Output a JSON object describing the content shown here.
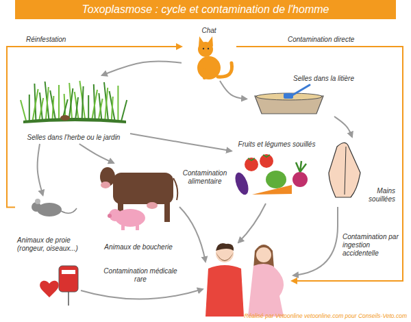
{
  "diagram": {
    "title": "Toxoplasmose : cycle et contamination de l'homme",
    "nodes": [
      {
        "text": [
          "Chat"
        ]
      },
      {
        "text": [
          "Selles dans l'herbe ou le jardin"
        ]
      },
      {
        "text": [
          "Selles dans la litière"
        ]
      },
      {
        "text": [
          "Fruits et légumes souillés"
        ]
      },
      {
        "text": [
          "Mains souillées"
        ]
      },
      {
        "text": [
          "Animaux de proie (rongeur, oiseaux...)"
        ]
      },
      {
        "text": [
          "Animaux de boucherie"
        ]
      }
    ],
    "edges": [
      {
        "from": 0,
        "to": 1,
        "arrow": "to"
      },
      {
        "from": 0,
        "to": 2,
        "arrow": "to"
      },
      {
        "from": 2,
        "to": 4,
        "arrow": "to"
      },
      {
        "from": 1,
        "to": 3,
        "arrow": "to"
      },
      {
        "from": 1,
        "to": 5,
        "arrow": "to"
      },
      {
        "from": 1,
        "to": 6,
        "arrow": "to"
      },
      {
        "from": 5,
        "to": 0,
        "label": "Réinfestation",
        "arrow": "to"
      }
    ],
    "labels": [
      "Contamination directe",
      "Contamination alimentaire",
      "Contamination par ingestion accidentelle",
      "Contamination médicale rare",
      "Réalisé par Vetoonline vetoonline.com pour Conseils-Veto.com"
    ]
  }
}
